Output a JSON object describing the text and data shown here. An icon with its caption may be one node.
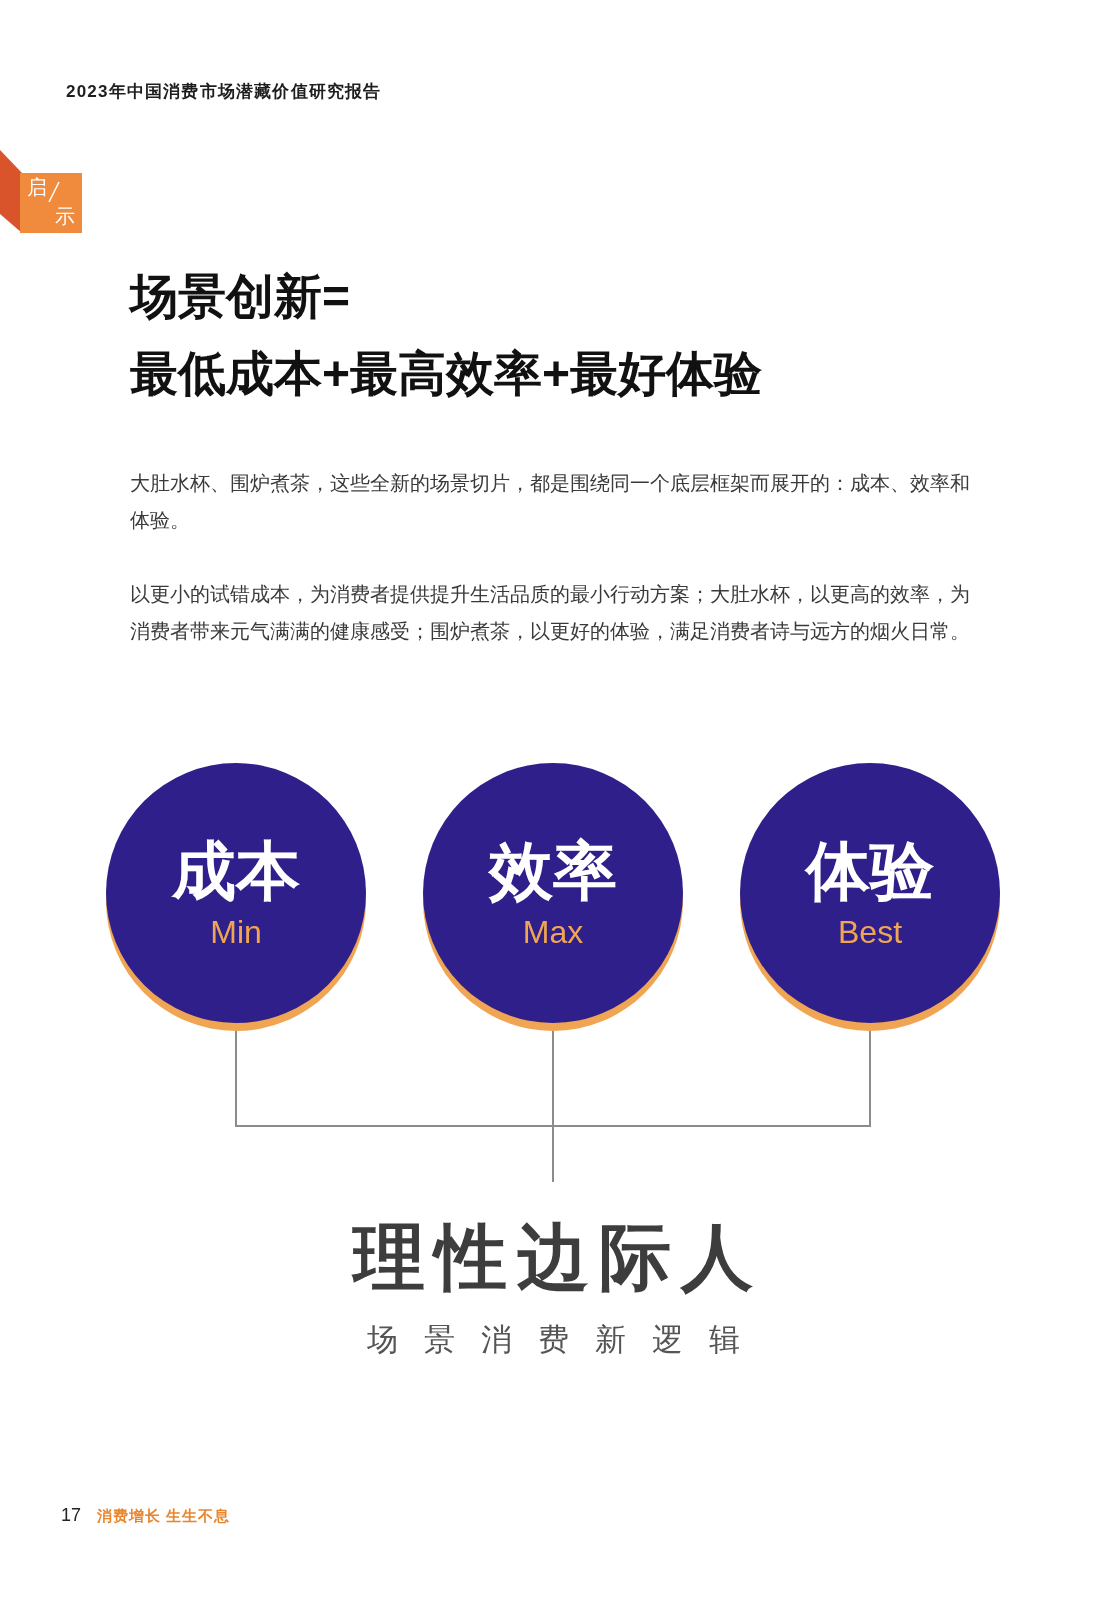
{
  "diagram": {
    "title": "场景创新=最低成本+最高效率+最好体验",
    "nodes": [
      {
        "text": [
          "成本",
          "Min"
        ]
      },
      {
        "text": [
          "效率",
          "Max"
        ]
      },
      {
        "text": [
          "体验",
          "Best"
        ]
      },
      {
        "text": [
          "理性边际人",
          "场景消费新逻辑"
        ]
      }
    ],
    "edges": [
      {
        "from": 0,
        "to": 3,
        "arrow": "none"
      },
      {
        "from": 1,
        "to": 3,
        "arrow": "none"
      },
      {
        "from": 2,
        "to": 3,
        "arrow": "none"
      }
    ],
    "labels": [
      "2023年中国消费市场潜藏价值研究报告",
      "启",
      "示",
      "大肚水杯、围炉煮茶，这些全新的场景切片，都是围绕同一个底层框架而展开的：成本、效率和体验。",
      "以更小的试错成本，为消费者提供提升生活品质的最小行动方案；大肚水杯，以更高的效率，为消费者带来元气满满的健康感受；围炉煮茶，以更好的体验，满足消费者诗与远方的烟火日常。",
      "17",
      "消费增长 生生不息"
    ]
  }
}
